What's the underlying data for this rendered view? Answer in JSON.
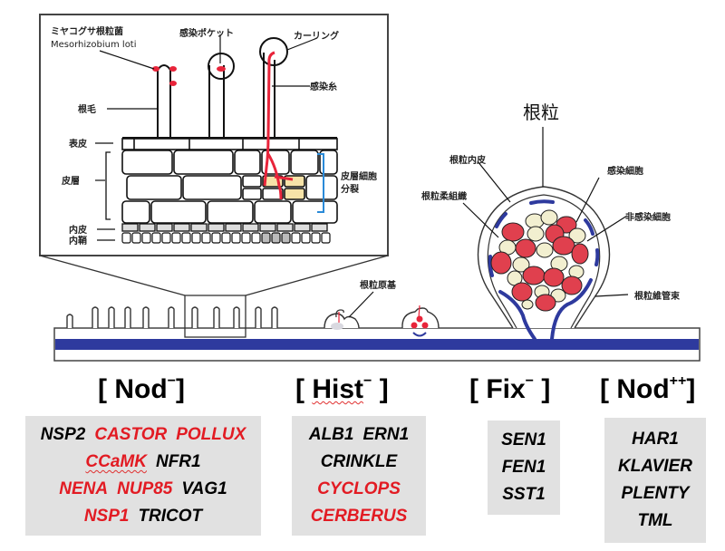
{
  "diagram": {
    "inset_labels": {
      "bacteria_jp": "ミヤコグサ根粒菌",
      "bacteria_en": "Mesorhizobium loti",
      "infection_pocket": "感染ポケット",
      "curling": "カーリング",
      "infection_thread": "感染糸",
      "root_hair": "根毛",
      "epidermis": "表皮",
      "cortex": "皮層",
      "cortical_cell_division_1": "皮層細胞",
      "cortical_cell_division_2": "分裂",
      "endodermis": "内皮",
      "pericycle": "内鞘"
    },
    "nodule_labels": {
      "nodule": "根粒",
      "nodule_endodermis": "根粒内皮",
      "nodule_parenchyma": "根粒柔組織",
      "infected_cell": "感染細胞",
      "uninfected_cell": "非感染細胞",
      "nodule_vascular_bundle": "根粒維管束",
      "nodule_primordium": "根粒原基"
    },
    "colors": {
      "vascular_blue": "#2e3a9e",
      "infected_red": "#e0404e",
      "uninfected_cream": "#f2efd0",
      "thread_red": "#e8243a",
      "division_yellow": "#f7e3a8",
      "division_bracket_blue": "#2a8ad8"
    }
  },
  "phenotypes": [
    {
      "heading": "[ Nod",
      "heading_sup": "−",
      "heading_end": "]",
      "rows": [
        [
          {
            "name": "NSP2",
            "color": "black"
          },
          {
            "name": "CASTOR",
            "color": "red"
          },
          {
            "name": "POLLUX",
            "color": "red"
          }
        ],
        [
          {
            "name": "CCaMK",
            "color": "red",
            "wavy": true
          },
          {
            "name": "NFR1",
            "color": "black"
          }
        ],
        [
          {
            "name": "NENA",
            "color": "red"
          },
          {
            "name": "NUP85",
            "color": "red"
          },
          {
            "name": "VAG1",
            "color": "black"
          }
        ],
        [
          {
            "name": "NSP1",
            "color": "red"
          },
          {
            "name": "TRICOT",
            "color": "black"
          }
        ]
      ]
    },
    {
      "heading": "[ Hist",
      "heading_sup": "−",
      "heading_end": " ]",
      "rows": [
        [
          {
            "name": "ALB1",
            "color": "black"
          },
          {
            "name": "ERN1",
            "color": "black"
          }
        ],
        [
          {
            "name": "CRINKLE",
            "color": "black"
          }
        ],
        [
          {
            "name": "CYCLOPS",
            "color": "red"
          }
        ],
        [
          {
            "name": "CERBERUS",
            "color": "red"
          }
        ]
      ]
    },
    {
      "heading": "[ Fix",
      "heading_sup": "−",
      "heading_end": " ]",
      "rows": [
        [
          {
            "name": "SEN1",
            "color": "black"
          }
        ],
        [
          {
            "name": "FEN1",
            "color": "black"
          }
        ],
        [
          {
            "name": "SST1",
            "color": "black"
          }
        ]
      ]
    },
    {
      "heading": "[ Nod",
      "heading_sup": "++",
      "heading_end": "]",
      "rows": [
        [
          {
            "name": "HAR1",
            "color": "black"
          }
        ],
        [
          {
            "name": "KLAVIER",
            "color": "black"
          }
        ],
        [
          {
            "name": "PLENTY",
            "color": "black"
          }
        ],
        [
          {
            "name": "TML",
            "color": "black"
          }
        ]
      ]
    }
  ]
}
